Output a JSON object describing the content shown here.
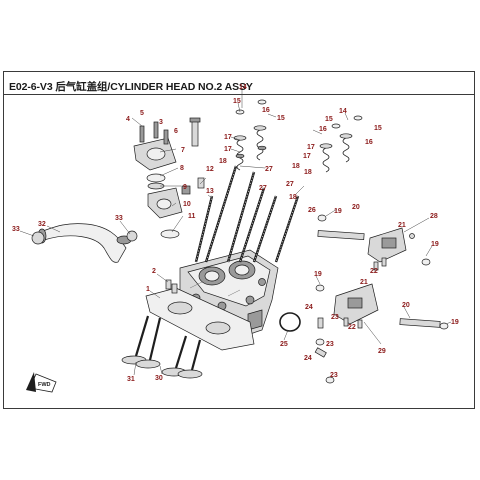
{
  "title": "E02-6-V3 后气缸盖组/CYLINDER HEAD NO.2  ASSY",
  "fwd_label": "FWD",
  "callouts": [
    {
      "id": "c14a",
      "text": "14"
    },
    {
      "id": "c15a",
      "text": "15"
    },
    {
      "id": "c15b",
      "text": "15"
    },
    {
      "id": "c16a",
      "text": "16"
    },
    {
      "id": "c17a",
      "text": "17"
    },
    {
      "id": "c17b",
      "text": "17"
    },
    {
      "id": "c18a",
      "text": "18"
    },
    {
      "id": "c27a",
      "text": "27"
    },
    {
      "id": "c27b",
      "text": "27"
    },
    {
      "id": "c18b",
      "text": "18"
    },
    {
      "id": "c26",
      "text": "26"
    },
    {
      "id": "c14b",
      "text": "14"
    },
    {
      "id": "c15c",
      "text": "15"
    },
    {
      "id": "c15d",
      "text": "15"
    },
    {
      "id": "c16b",
      "text": "16"
    },
    {
      "id": "c16c",
      "text": "16"
    },
    {
      "id": "c17c",
      "text": "17"
    },
    {
      "id": "c17d",
      "text": "17"
    },
    {
      "id": "c18c",
      "text": "18"
    },
    {
      "id": "c18d",
      "text": "18"
    },
    {
      "id": "c27c",
      "text": "27"
    },
    {
      "id": "c4",
      "text": "4"
    },
    {
      "id": "c5",
      "text": "5"
    },
    {
      "id": "c3",
      "text": "3"
    },
    {
      "id": "c6",
      "text": "6"
    },
    {
      "id": "c7",
      "text": "7"
    },
    {
      "id": "c8",
      "text": "8"
    },
    {
      "id": "c9",
      "text": "9"
    },
    {
      "id": "c12",
      "text": "12"
    },
    {
      "id": "c13",
      "text": "13"
    },
    {
      "id": "c10",
      "text": "10"
    },
    {
      "id": "c11",
      "text": "11"
    },
    {
      "id": "c33a",
      "text": "33"
    },
    {
      "id": "c32",
      "text": "32"
    },
    {
      "id": "c33b",
      "text": "33"
    },
    {
      "id": "c2",
      "text": "2"
    },
    {
      "id": "c1",
      "text": "1"
    },
    {
      "id": "c31",
      "text": "31"
    },
    {
      "id": "c30",
      "text": "30"
    },
    {
      "id": "c19a",
      "text": "19"
    },
    {
      "id": "c20a",
      "text": "20"
    },
    {
      "id": "c28",
      "text": "28"
    },
    {
      "id": "c21a",
      "text": "21"
    },
    {
      "id": "c22a",
      "text": "22"
    },
    {
      "id": "c19b",
      "text": "19"
    },
    {
      "id": "c19c",
      "text": "19"
    },
    {
      "id": "c21b",
      "text": "21"
    },
    {
      "id": "c20b",
      "text": "20"
    },
    {
      "id": "c24a",
      "text": "24"
    },
    {
      "id": "c23a",
      "text": "23"
    },
    {
      "id": "c22b",
      "text": "22"
    },
    {
      "id": "c19d",
      "text": "19"
    },
    {
      "id": "c25",
      "text": "25"
    },
    {
      "id": "c23b",
      "text": "23"
    },
    {
      "id": "c29",
      "text": "29"
    },
    {
      "id": "c24b",
      "text": "24"
    },
    {
      "id": "c23c",
      "text": "23"
    }
  ]
}
